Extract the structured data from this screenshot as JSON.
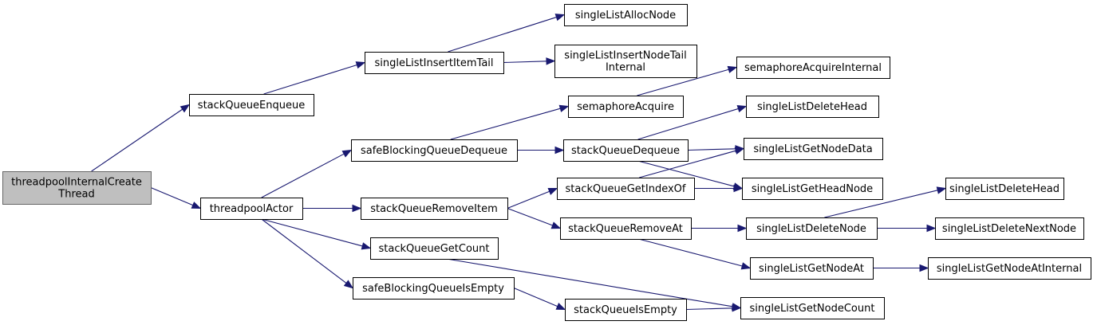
{
  "colors": {
    "edge": "#191970",
    "root_fill": "#bfbfbf",
    "node_fill": "#ffffff",
    "node_border": "#000000"
  },
  "nodes": [
    {
      "id": "n0",
      "lines": [
        "threadpoolInternalCreate",
        "Thread"
      ]
    },
    {
      "id": "n1",
      "lines": [
        "stackQueueEnqueue"
      ]
    },
    {
      "id": "n2",
      "lines": [
        "threadpoolActor"
      ]
    },
    {
      "id": "n3",
      "lines": [
        "singleListInsertItemTail"
      ]
    },
    {
      "id": "n4",
      "lines": [
        "singleListAllocNode"
      ]
    },
    {
      "id": "n5",
      "lines": [
        "singleListInsertNodeTail",
        "Internal"
      ]
    },
    {
      "id": "n6",
      "lines": [
        "safeBlockingQueueDequeue"
      ]
    },
    {
      "id": "n7",
      "lines": [
        "stackQueueRemoveItem"
      ]
    },
    {
      "id": "n8",
      "lines": [
        "stackQueueGetCount"
      ]
    },
    {
      "id": "n9",
      "lines": [
        "safeBlockingQueueIsEmpty"
      ]
    },
    {
      "id": "n10",
      "lines": [
        "semaphoreAcquire"
      ]
    },
    {
      "id": "n11",
      "lines": [
        "stackQueueDequeue"
      ]
    },
    {
      "id": "n12",
      "lines": [
        "stackQueueGetIndexOf"
      ]
    },
    {
      "id": "n13",
      "lines": [
        "stackQueueRemoveAt"
      ]
    },
    {
      "id": "n14",
      "lines": [
        "stackQueueIsEmpty"
      ]
    },
    {
      "id": "n15",
      "lines": [
        "semaphoreAcquireInternal"
      ]
    },
    {
      "id": "n16",
      "lines": [
        "singleListDeleteHead"
      ]
    },
    {
      "id": "n17",
      "lines": [
        "singleListGetNodeData"
      ]
    },
    {
      "id": "n18",
      "lines": [
        "singleListGetHeadNode"
      ]
    },
    {
      "id": "n19",
      "lines": [
        "singleListDeleteNode"
      ]
    },
    {
      "id": "n20",
      "lines": [
        "singleListGetNodeAt"
      ]
    },
    {
      "id": "n21",
      "lines": [
        "singleListGetNodeCount"
      ]
    },
    {
      "id": "n22",
      "lines": [
        "singleListDeleteHead"
      ]
    },
    {
      "id": "n23",
      "lines": [
        "singleListDeleteNextNode"
      ]
    },
    {
      "id": "n24",
      "lines": [
        "singleListGetNodeAtInternal"
      ]
    }
  ],
  "edges": [
    [
      "n0",
      "n1"
    ],
    [
      "n0",
      "n2"
    ],
    [
      "n1",
      "n3"
    ],
    [
      "n3",
      "n4"
    ],
    [
      "n3",
      "n5"
    ],
    [
      "n2",
      "n6"
    ],
    [
      "n2",
      "n7"
    ],
    [
      "n2",
      "n8"
    ],
    [
      "n2",
      "n9"
    ],
    [
      "n6",
      "n10"
    ],
    [
      "n6",
      "n11"
    ],
    [
      "n10",
      "n15"
    ],
    [
      "n11",
      "n16"
    ],
    [
      "n11",
      "n17"
    ],
    [
      "n11",
      "n18"
    ],
    [
      "n7",
      "n12"
    ],
    [
      "n7",
      "n13"
    ],
    [
      "n12",
      "n17"
    ],
    [
      "n12",
      "n18"
    ],
    [
      "n13",
      "n19"
    ],
    [
      "n13",
      "n20"
    ],
    [
      "n19",
      "n22"
    ],
    [
      "n19",
      "n23"
    ],
    [
      "n20",
      "n24"
    ],
    [
      "n8",
      "n21"
    ],
    [
      "n9",
      "n14"
    ],
    [
      "n14",
      "n21"
    ]
  ]
}
